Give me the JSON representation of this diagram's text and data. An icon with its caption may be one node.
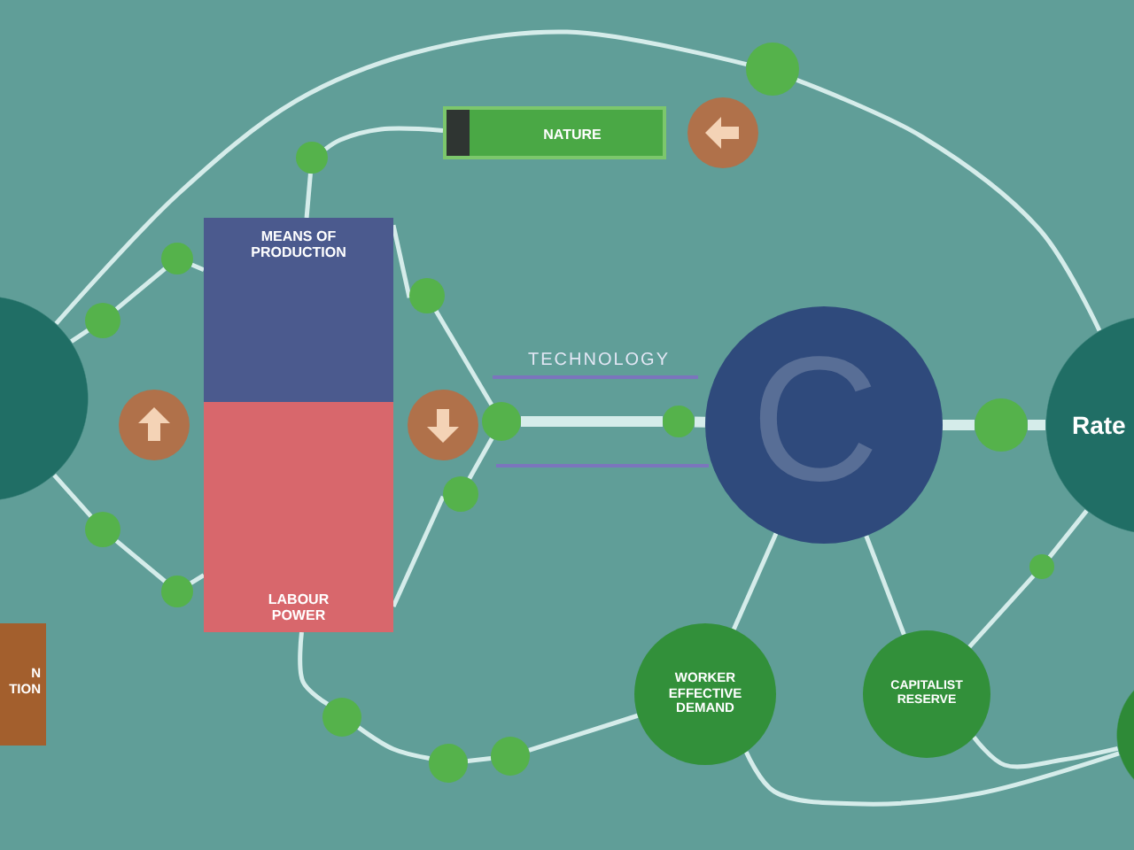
{
  "diagram": {
    "nodes": [
      {
        "text": [
          "NATURE"
        ]
      },
      {
        "text": [],
        "shape": "circle"
      },
      {
        "text": [
          "MEANS OF PRODUCTION"
        ]
      },
      {
        "text": [
          "LABOUR POWER"
        ]
      },
      {
        "text": [
          "C"
        ]
      },
      {
        "text": [
          "Rate"
        ]
      },
      {
        "text": [
          "N TION"
        ]
      },
      {
        "text": [
          "WORKER EFFECTIVE DEMAND"
        ]
      },
      {
        "text": [
          "CAPITALIST RESERVE"
        ]
      },
      {
        "text": [],
        "shape": "circle"
      },
      {
        "text": [],
        "shape": "circle"
      },
      {
        "text": [],
        "shape": "circle"
      },
      {
        "text": [],
        "shape": "circle"
      },
      {
        "text": [],
        "shape": "circle"
      },
      {
        "text": [],
        "shape": "circle"
      },
      {
        "text": [],
        "shape": "circle"
      },
      {
        "text": [],
        "shape": "circle"
      },
      {
        "text": [],
        "shape": "circle"
      },
      {
        "text": [],
        "shape": "circle"
      },
      {
        "text": [],
        "shape": "circle"
      },
      {
        "text": [],
        "shape": "circle"
      },
      {
        "text": [],
        "shape": "circle"
      },
      {
        "text": [],
        "shape": "circle"
      },
      {
        "text": [],
        "shape": "circle"
      },
      {
        "text": [],
        "shape": "circle"
      }
    ],
    "edges": [
      {
        "from": 1,
        "to": 10,
        "arrow": "none"
      },
      {
        "from": 10,
        "to": 5,
        "arrow": "none"
      },
      {
        "from": 1,
        "to": 12,
        "arrow": "none"
      },
      {
        "from": 12,
        "to": 13,
        "arrow": "none"
      },
      {
        "from": 13,
        "to": 2,
        "arrow": "none"
      },
      {
        "from": 0,
        "to": 11,
        "arrow": "none"
      },
      {
        "from": 11,
        "to": 2,
        "arrow": "none"
      },
      {
        "from": 2,
        "to": 14,
        "arrow": "none"
      },
      {
        "from": 14,
        "to": 15,
        "arrow": "none"
      },
      {
        "from": 3,
        "to": 17,
        "arrow": "none"
      },
      {
        "from": 17,
        "to": 15,
        "arrow": "none"
      },
      {
        "from": 15,
        "to": 16,
        "arrow": "none",
        "style": "thick"
      },
      {
        "from": 4,
        "to": 20,
        "arrow": "none",
        "style": "thick"
      },
      {
        "from": 20,
        "to": 5,
        "arrow": "none",
        "style": "thick"
      },
      {
        "from": 4,
        "to": 7,
        "arrow": "none"
      },
      {
        "from": 4,
        "to": 8,
        "arrow": "none"
      },
      {
        "from": 8,
        "to": 21,
        "arrow": "none"
      },
      {
        "from": 21,
        "to": 5,
        "arrow": "none"
      },
      {
        "from": 1,
        "to": 18,
        "arrow": "none"
      },
      {
        "from": 18,
        "to": 19,
        "arrow": "none"
      },
      {
        "from": 19,
        "to": 3,
        "arrow": "none"
      },
      {
        "from": 3,
        "to": 22,
        "arrow": "none"
      },
      {
        "from": 22,
        "to": 23,
        "arrow": "none"
      },
      {
        "from": 23,
        "to": 24,
        "arrow": "none"
      },
      {
        "from": 24,
        "to": 7,
        "arrow": "none"
      },
      {
        "from": 7,
        "to": 9,
        "arrow": "none"
      },
      {
        "from": 8,
        "to": 9,
        "arrow": "none"
      },
      {
        "from": 16,
        "to": 4,
        "arrow": "none",
        "style": "thick"
      }
    ],
    "labels": [
      "TECHNOLOGY"
    ]
  }
}
